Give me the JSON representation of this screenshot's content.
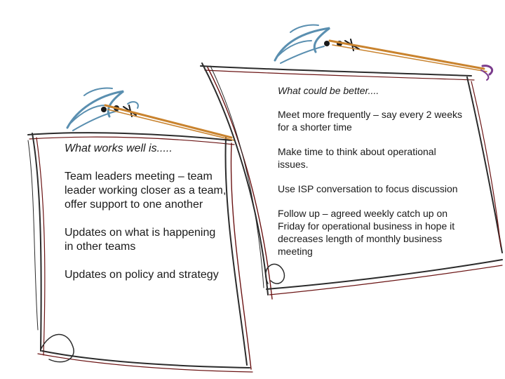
{
  "left_note": {
    "heading": "What works well is.....",
    "points": [
      "Team leaders meeting – team leader working closer as a team, offer support to one another",
      "Updates on what is happening in other teams",
      "Updates on policy and strategy"
    ]
  },
  "right_note": {
    "heading": "What could be better....",
    "points": [
      "Meet more frequently – say every 2 weeks for a shorter time",
      "Make time to think about operational issues.",
      "Use ISP conversation to focus discussion",
      "Follow up – agreed weekly catch up on Friday for operational business in hope it decreases length of monthly business meeting"
    ]
  },
  "colors": {
    "paper_outline": "#2b2b2b",
    "paper_accent": "#6b1414",
    "quill_blue": "#5a8fb0",
    "quill_orange": "#c9832e",
    "quill_purple": "#7a3b8c"
  }
}
